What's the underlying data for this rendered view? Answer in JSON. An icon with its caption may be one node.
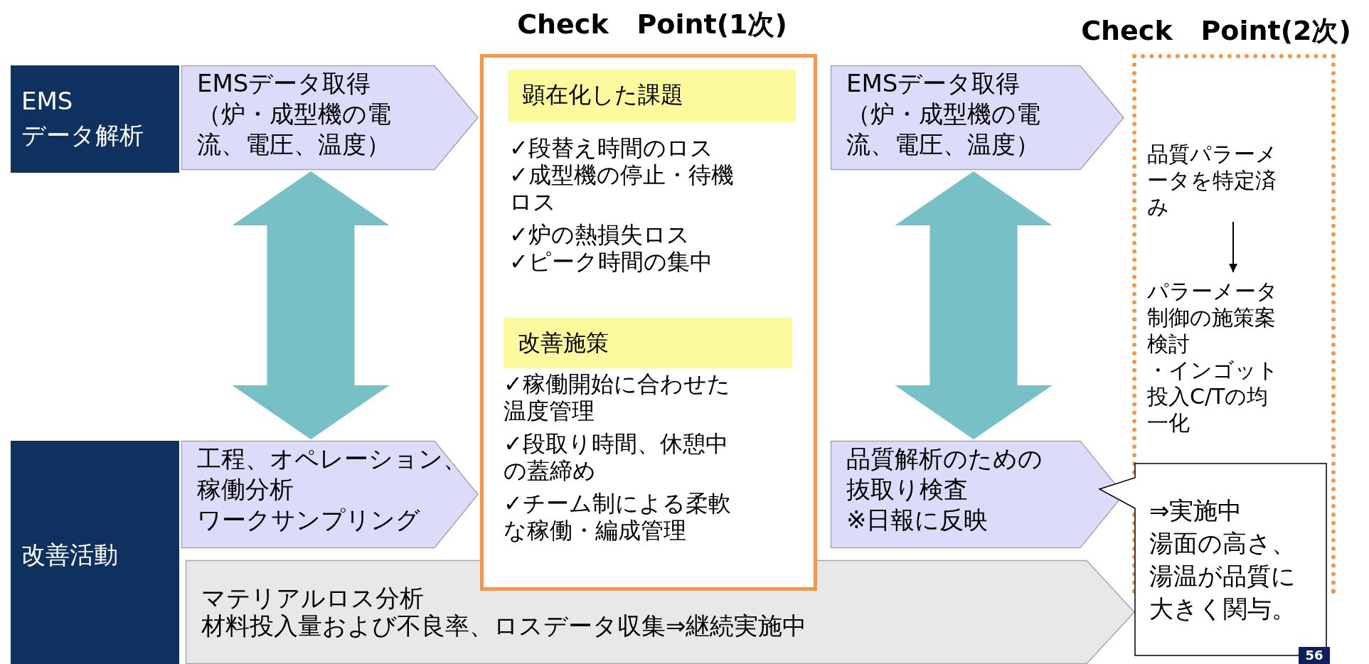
{
  "diagram": {
    "nodes": [
      {
        "text": [
          "EMS データ解析"
        ]
      },
      {
        "text": [
          "EMSデータ取得",
          "（炉・成型機の電流、電圧、温度）"
        ]
      },
      {
        "text": [
          "改善活動"
        ]
      },
      {
        "text": [
          "工程、オペレーション、稼働分析",
          "ワークサンプリング"
        ]
      },
      {
        "text": [
          "マテリアルロス分析",
          "材料投入量および不良率、ロスデータ収集⇒継続実施中"
        ]
      },
      {
        "text": [
          "Check Point(1次)",
          "✓段替え時間のロス",
          "✓成型機の停止・待機ロス",
          "✓炉の熱損失ロス",
          "✓ピーク時間の集中",
          "✓稼働開始に合わせた温度管理",
          "✓段取り時間、休憩中の蓋締め",
          "✓チーム制による柔軟な稼働・編成管理"
        ]
      },
      {
        "text": [
          "顕在化した課題"
        ],
        "in": 5
      },
      {
        "text": [
          "改善施策"
        ],
        "in": 5
      },
      {
        "text": [
          "EMSデータ取得",
          "（炉・成型機の電流、電圧、温度）"
        ]
      },
      {
        "text": [
          "品質解析のための抜取り検査",
          "※日報に反映"
        ]
      },
      {
        "text": [
          "Check Point(2次)"
        ]
      },
      {
        "text": [
          "品質パラーメータを特定済み"
        ],
        "in": 10
      },
      {
        "text": [
          "パラーメータ制御の施策案検討",
          "・インゴット投入C/Tの均一化"
        ],
        "in": 10
      },
      {
        "text": [
          "⇒実施中",
          "湯面の高さ、湯温が品質に大きく関与。"
        ]
      }
    ],
    "edges": [
      {
        "from": 1,
        "to": 3,
        "arrow": "both",
        "color": "#76c0c6"
      },
      {
        "from": 8,
        "to": 9,
        "arrow": "both",
        "color": "#76c0c6"
      },
      {
        "from": 11,
        "to": 12,
        "arrow": "to",
        "color": "#000000"
      }
    ],
    "labels": [
      "56"
    ]
  }
}
